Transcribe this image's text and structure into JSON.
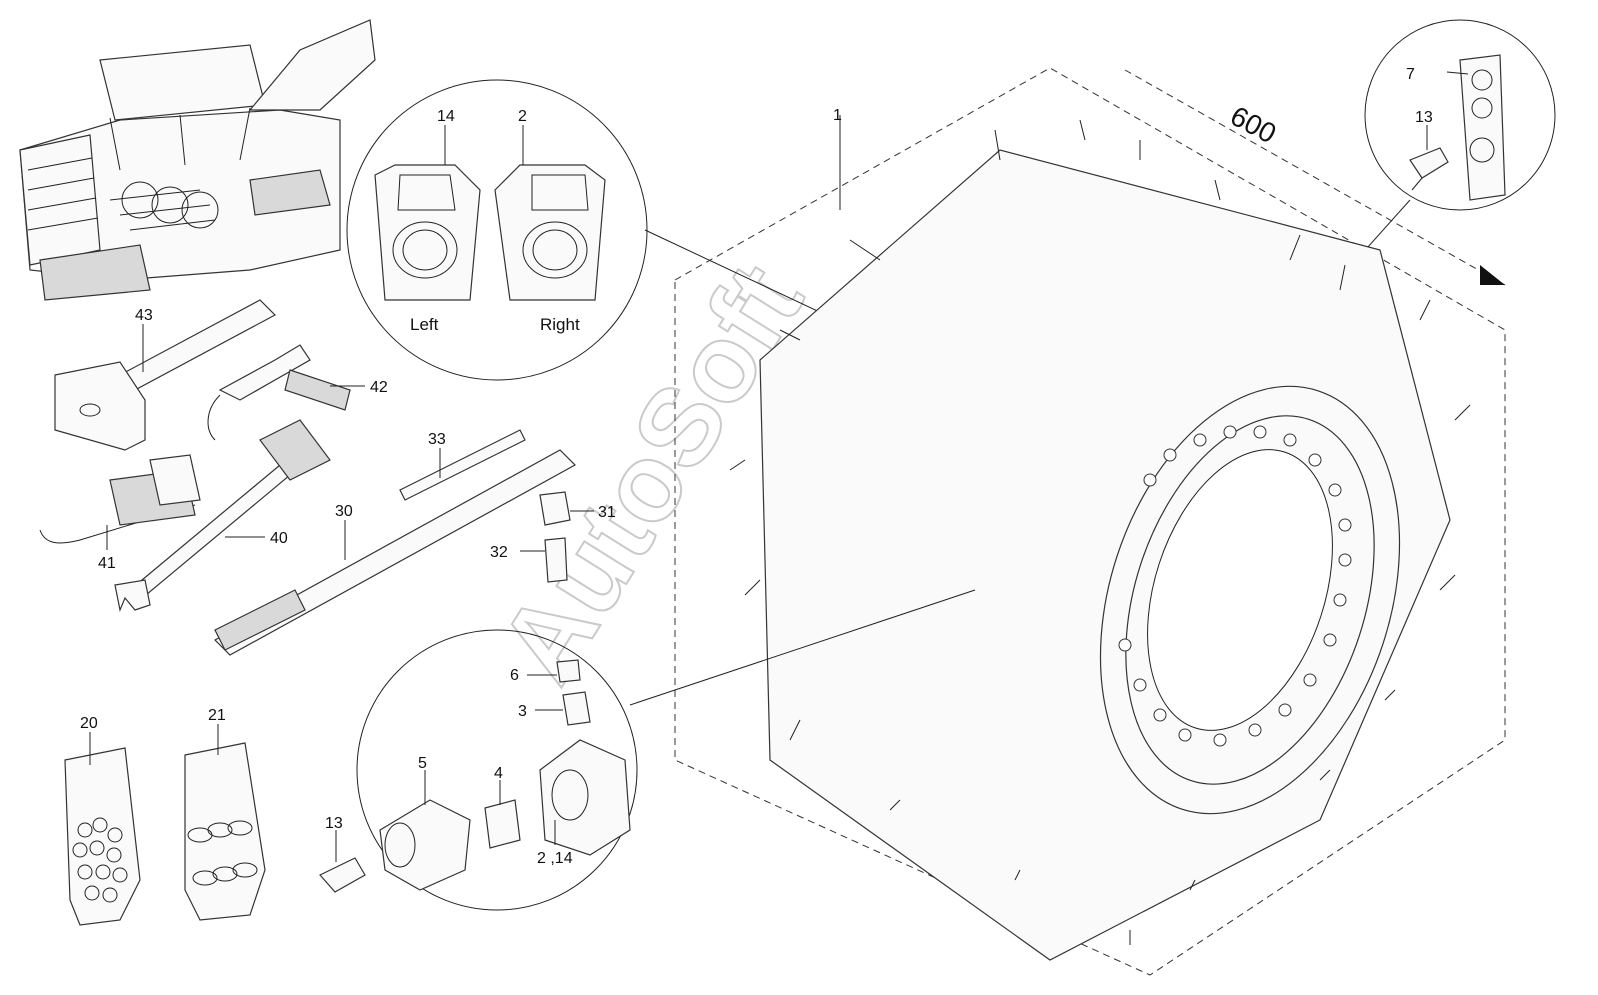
{
  "diagram": {
    "dimension_label": "600",
    "detail_labels": {
      "left": "Left",
      "right": "Right"
    },
    "callouts": {
      "p1": "1",
      "p14_top": "14",
      "p2_top": "2",
      "p7": "7",
      "p13_top": "13",
      "p43": "43",
      "p42": "42",
      "p33": "33",
      "p31": "31",
      "p32": "32",
      "p30": "30",
      "p41": "41",
      "p40": "40",
      "p6": "6",
      "p3": "3",
      "p5": "5",
      "p4": "4",
      "p2_14": "2 ,14",
      "p13_bottom": "13",
      "p20": "20",
      "p21": "21"
    },
    "watermark": "AutoSoft"
  }
}
